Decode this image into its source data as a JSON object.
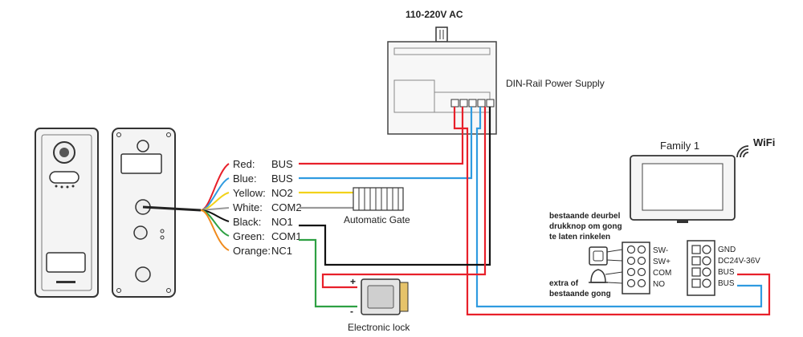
{
  "power": {
    "input_label": "110-220V AC",
    "title": "DIN-Rail Power Supply"
  },
  "wires": {
    "red": "Red:",
    "red_fn": "BUS",
    "blue": "Blue:",
    "blue_fn": "BUS",
    "yellow": "Yellow:",
    "yellow_fn": "NO2",
    "white": "White:",
    "white_fn": "COM2",
    "black": "Black:",
    "black_fn": "NO1",
    "green": "Green:",
    "green_fn": "COM1",
    "orange": "Orange:",
    "orange_fn": "NC1"
  },
  "gate": {
    "label": "Automatic Gate"
  },
  "lock": {
    "label": "Electronic lock",
    "plus": "+",
    "minus": "-"
  },
  "monitor": {
    "title": "Family 1",
    "wifi": "WiFi"
  },
  "monitor_terminals": [
    "GND",
    "DC24V-36V",
    "BUS",
    "BUS"
  ],
  "chime_terminals": [
    "SW-",
    "SW+",
    "COM",
    "NO"
  ],
  "chime_notes": {
    "doorbell_1": "bestaande deurbel",
    "doorbell_2": "drukknop om gong",
    "doorbell_3": "te laten rinkelen",
    "gong_1": "extra of",
    "gong_2": "bestaande gong"
  },
  "colors": {
    "red": "#e8202a",
    "blue": "#2f9be0",
    "yellow": "#f2d21a",
    "black": "#111111",
    "green": "#2ea043",
    "orange": "#f08a1c",
    "white": "#bbbbbb"
  }
}
